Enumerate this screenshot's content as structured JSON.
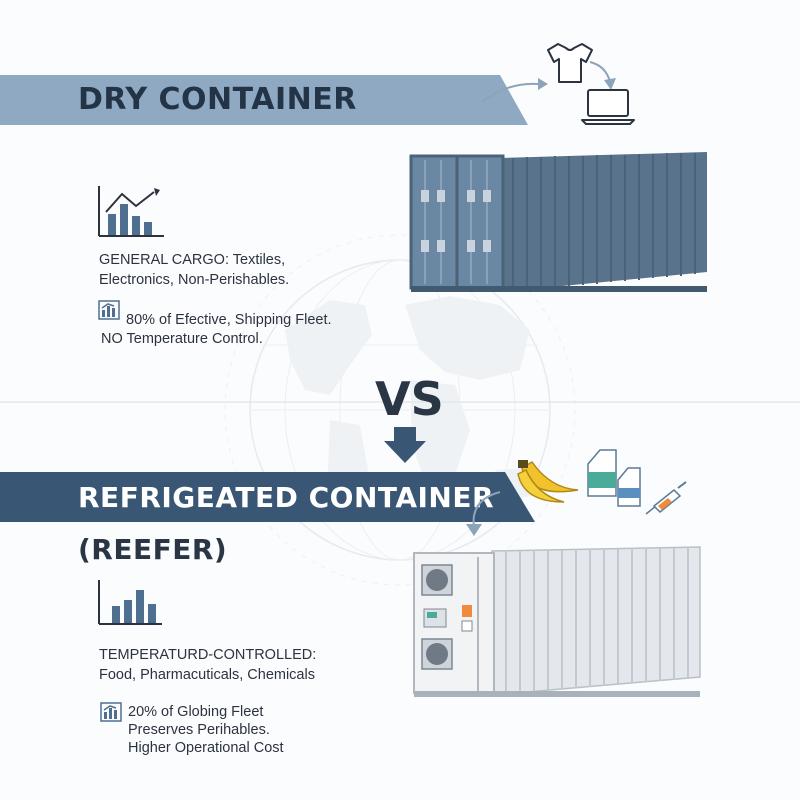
{
  "colors": {
    "dry_banner": "#8fa9c2",
    "dry_container": "#5f7d98",
    "reefer_banner": "#3a5675",
    "reefer_container": "#e3e6ea",
    "text_dark": "#2c3340",
    "icon_blue": "#4f6f90"
  },
  "dry": {
    "title": "DRY CONTAINER",
    "cargo_line1": "GENERAL CARGO: Textiles,",
    "cargo_line2": "Electronics, Non-Perishables.",
    "share_line1": "80% of Efective, Shipping Fleet.",
    "share_line2": "NO Temperature Control.",
    "cargo_icons": [
      "t-shirt-icon",
      "laptop-icon"
    ]
  },
  "vs": {
    "label": "VS"
  },
  "reefer": {
    "title_line1": "REFRIGEATED CONTAINER",
    "title_line2": "(REEFER)",
    "cargo_line1": "TEMPERATURD-CONTROLLED:",
    "cargo_line2": "Food, Pharmacuticals, Chemicals",
    "share_line1": "20% of Globing Fleet",
    "share_line2": "Preserves Perihables.",
    "share_line3": "Higher Operational Cost",
    "cargo_icons": [
      "banana-icon",
      "milk-carton-icon",
      "syringe-icon"
    ]
  }
}
